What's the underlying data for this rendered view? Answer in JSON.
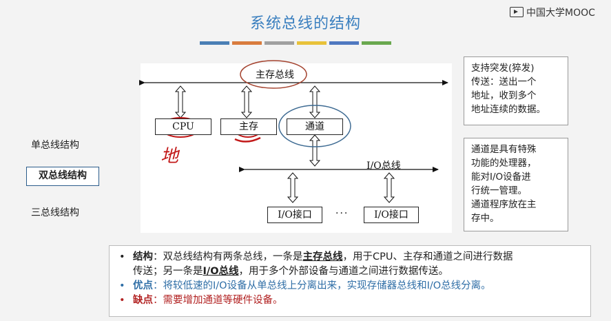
{
  "title": "系统总线的结构",
  "logo": "中国大学MOOC",
  "accent_colors": [
    "#4a7fb5",
    "#d97c3e",
    "#a0a0a0",
    "#e8c23a",
    "#4f78c0",
    "#6aa84f"
  ],
  "left_nav": [
    {
      "label": "单总线结构"
    },
    {
      "label": "双总线结构",
      "selected": true
    },
    {
      "label": "三总线结构"
    }
  ],
  "diagram": {
    "main_bus_label": "主存总线",
    "cpu_label": "CPU",
    "memory_label": "主存",
    "channel_label": "通道",
    "io_bus_label": "I/O总线",
    "io_interface_label": "I/O接口",
    "ellipsis": "···",
    "handwriting": "地"
  },
  "note_burst": [
    "支持突发(猝发)",
    "传送：送出一个",
    "地址，收到多个",
    "地址连续的数据。"
  ],
  "note_channel": [
    "通道是具有特殊",
    "功能的处理器，",
    "能对I/O设备进",
    "行统一管理。",
    "通道程序放在主",
    "存中。"
  ],
  "bottom": {
    "structure_key": "结构",
    "structure_p1": "：双总线结构有两条总线，一条是",
    "structure_em1": "主存总线",
    "structure_p2": "，用于CPU、主存和通道之间进行数据",
    "structure_p3": "传送；另一条是",
    "structure_em2": "I/O总线",
    "structure_p4": "，用于多个外部设备与通道之间进行数据传送。",
    "advantage_key": "优点",
    "advantage_text": "：将较低速的I/O设备从单总线上分离出来，实现存储器总线和I/O总线分离。",
    "disadvantage_key": "缺点",
    "disadvantage_text": "：需要增加通道等硬件设备。",
    "colors": {
      "structure": "#222222",
      "advantage": "#2f6ea6",
      "disadvantage": "#b22222"
    }
  }
}
